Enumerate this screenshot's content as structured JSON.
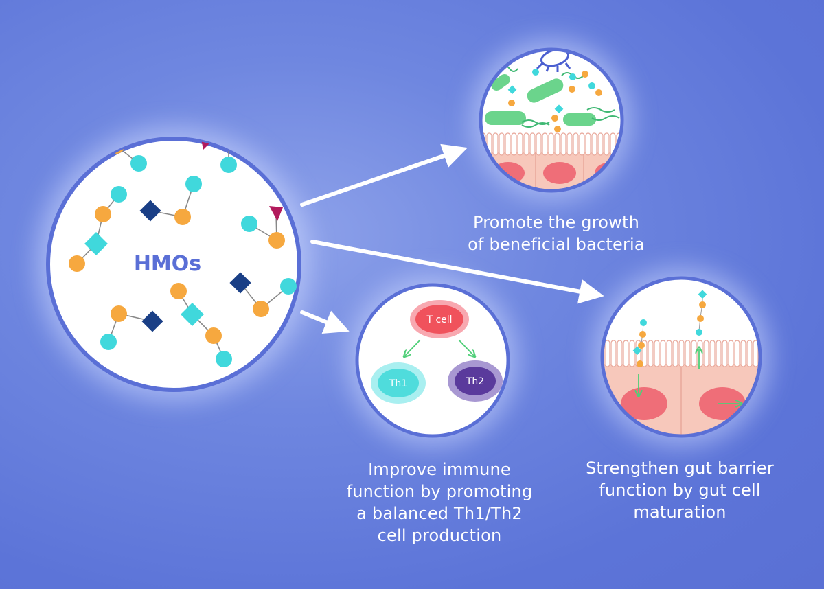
{
  "colors": {
    "background": "#6479dc",
    "circle_border": "#5a6fd6",
    "orange": "#f6a83f",
    "cyan": "#40d8dc",
    "navy": "#1a3f86",
    "magenta": "#b21a5c",
    "green": "#6bd48c",
    "cell_pink": "#f7c8bb",
    "nucleus": "#ef6e78",
    "tcell": "#f0525c",
    "th1": "#4fdcdc",
    "th2": "#5a3a9c",
    "bacteria_blue": "#4b5fd0"
  },
  "hmos": {
    "label": "HMOs"
  },
  "immune": {
    "tcell_label": "T cell",
    "th1_label": "Th1",
    "th2_label": "Th2"
  },
  "captions": {
    "growth": [
      "Promote the growth",
      "of beneficial bacteria"
    ],
    "immune": [
      "Improve immune",
      "function by promoting",
      "a balanced Th1/Th2",
      "cell production"
    ],
    "barrier": [
      "Strengthen gut barrier",
      "function by gut cell",
      "maturation"
    ]
  }
}
